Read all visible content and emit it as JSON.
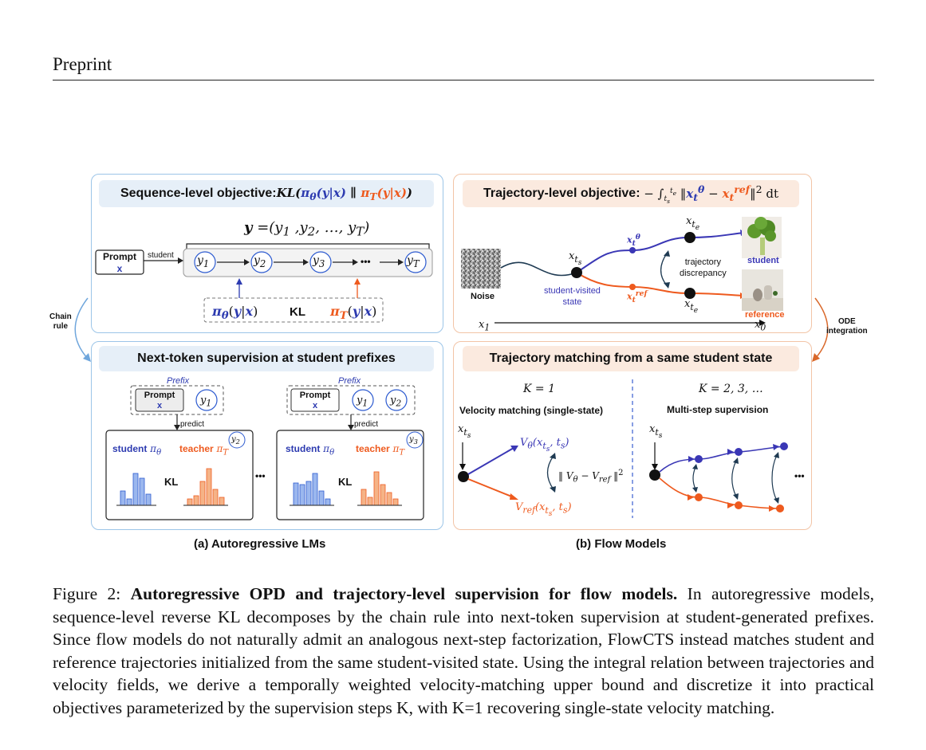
{
  "header": {
    "title": "Preprint"
  },
  "left_panel": {
    "seq_title_prefix": "Sequence-level objective: ",
    "seq_formula": "KL(πθ(y|x) ∥ πT(y|x))",
    "y_seq": "y =(y1 ,y2, …, yT)",
    "prompt_label": "Prompt",
    "prompt_var": "x",
    "student_arrow_label": "student",
    "tokens": [
      "y1",
      "y2",
      "y3",
      "yT"
    ],
    "ellipsis": "•••",
    "pi_theta": "πθ(y|x)",
    "kl_label": "KL",
    "pi_teacher": "πT(y|x)",
    "chain_rule_label": "Chain\nrule",
    "next_token_title": "Next-token supervision at student prefixes",
    "prefix_label": "Prefix",
    "predict_label": "predict",
    "student_label": "student πθ",
    "teacher_label": "teacher πT",
    "mid_ellipsis": "•••",
    "caption": "(a)  Autoregressive LMs",
    "colors": {
      "student": "#2d3bb0",
      "teacher": "#ee5a1e",
      "bar_student": "#9bb7ee",
      "bar_teacher": "#f5b387"
    }
  },
  "right_panel": {
    "traj_title": "Trajectory-level objective: − ∫ ‖xtθ − xtref‖² dt",
    "noise_label": "Noise",
    "student_state_label": "student-visited\nstate",
    "traj_discrepancy": "trajectory\ndiscrepancy",
    "student_img_label": "student",
    "reference_img_label": "reference",
    "x1": "x1",
    "x0": "x0",
    "ode_label": "ODE\nintegration",
    "matching_title": "Trajectory matching from a same student state",
    "k1_label": "K = 1",
    "k_multi_label": "K = 2, 3, …",
    "velocity_matching_label": "Velocity matching (single-state)",
    "multi_step_label": "Multi-step supervision",
    "v_theta": "Vθ(xts, ts)",
    "v_ref": "Vref(xts, ts)",
    "norm_label": "‖ Vθ − Vref ‖²",
    "caption": "(b)  Flow Models"
  },
  "figure_caption": {
    "label": "Figure 2: ",
    "bold": "Autoregressive OPD and trajectory-level supervision for flow models.",
    "text": " In autoregressive models, sequence-level reverse KL decomposes by the chain rule into next-token supervision at student-generated prefixes. Since flow models do not naturally admit an analogous next-step factorization, FlowCTS instead matches student and reference trajectories initialized from the same student-visited state. Using the integral relation between trajectories and velocity fields, we derive a temporally weighted velocity-matching upper bound and discretize it into practical objectives parameterized by the supervision steps K, with K=1 recovering single-state velocity matching."
  }
}
